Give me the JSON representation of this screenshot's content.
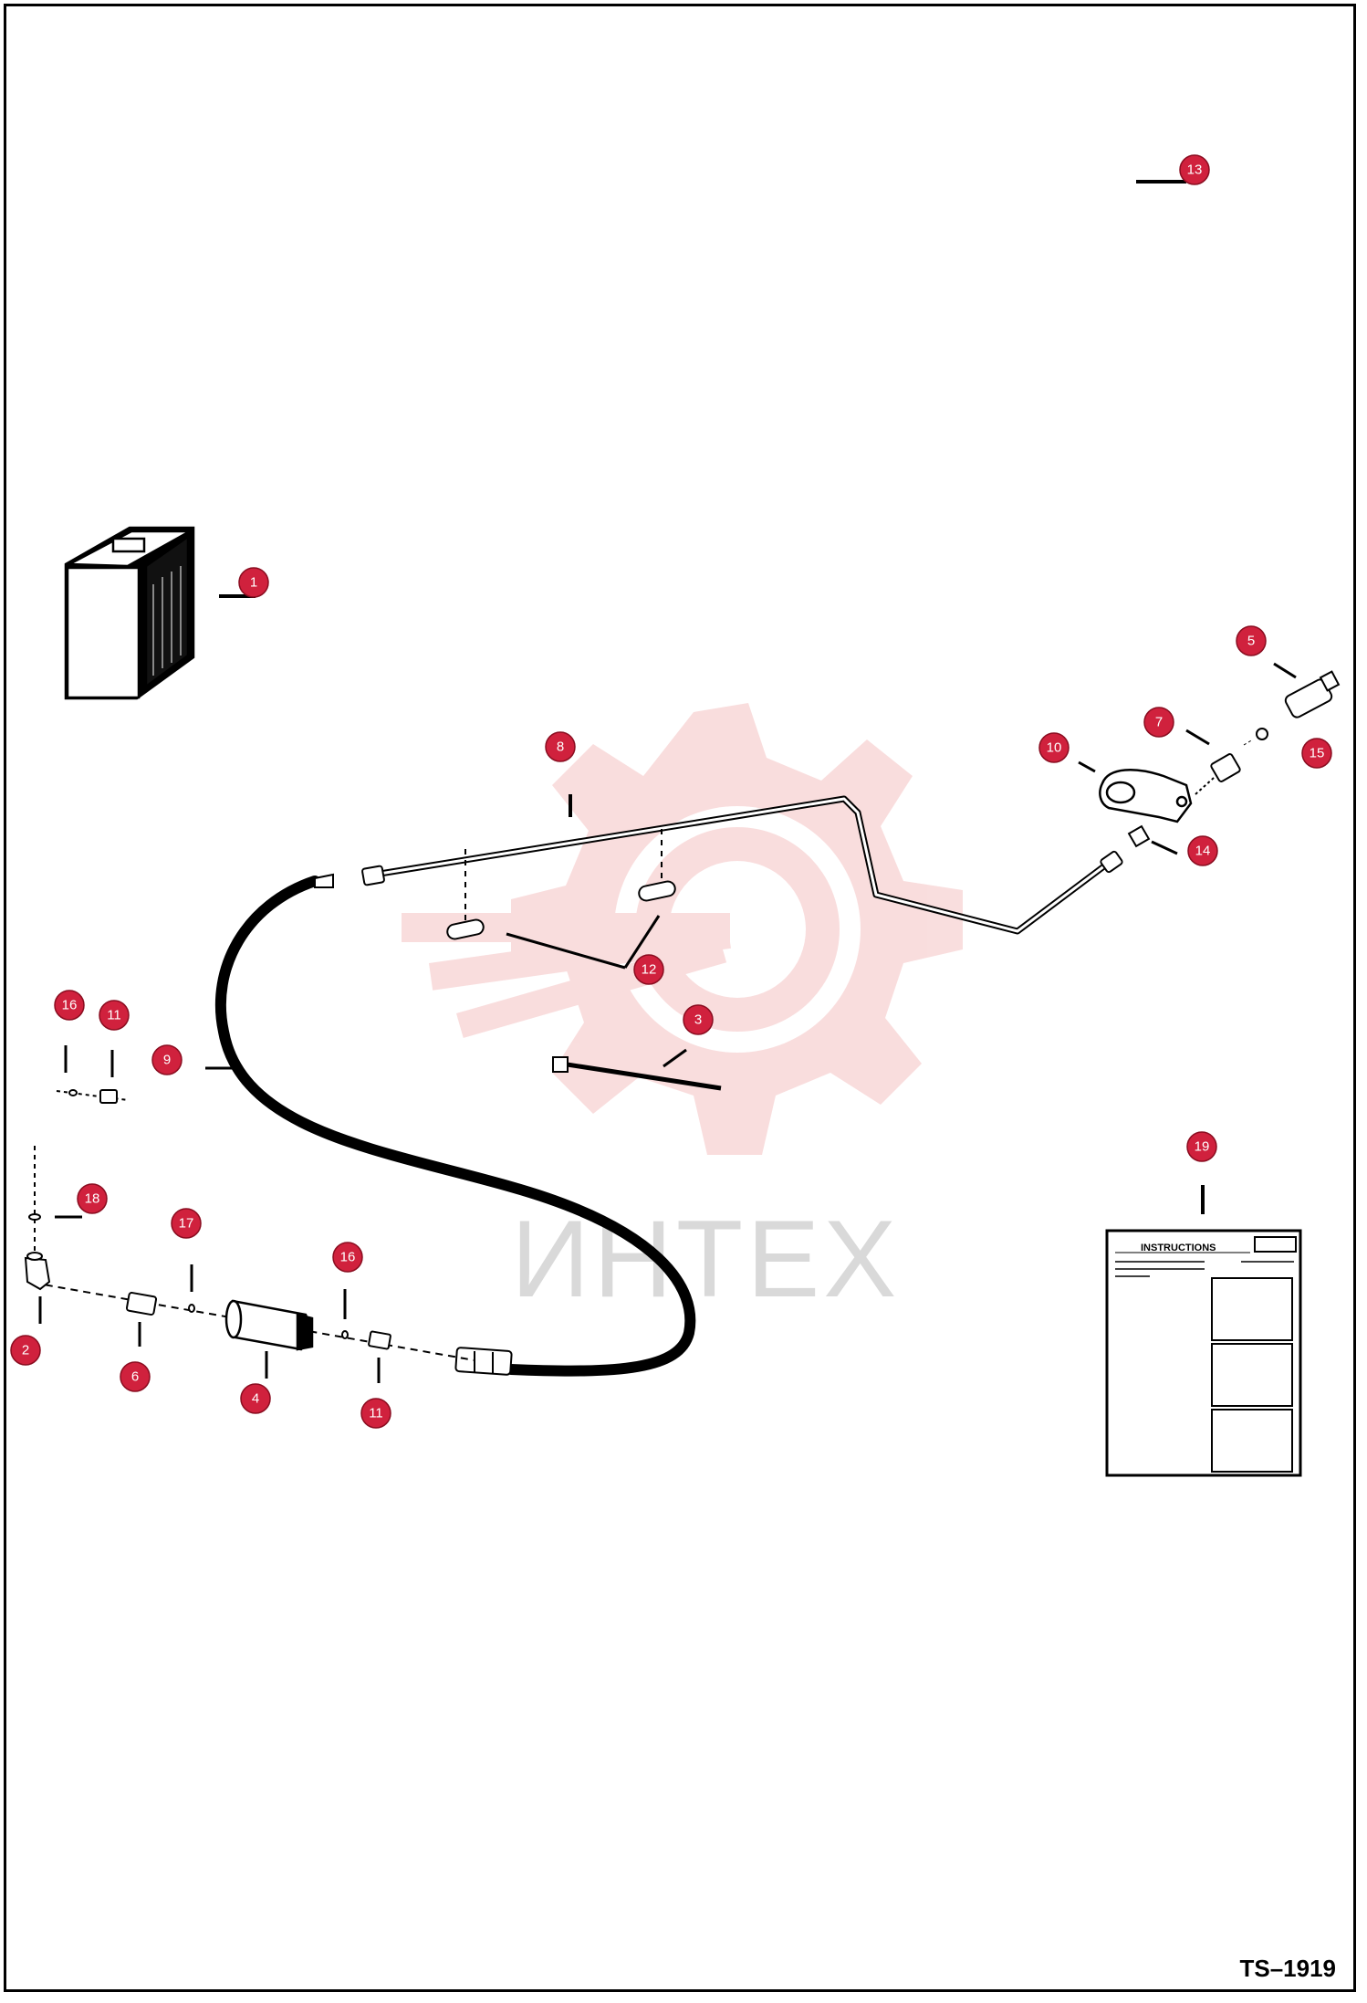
{
  "watermark": {
    "text": "ИНТЕХ",
    "color": "#e8a0a0"
  },
  "callout_color": "#d0213d",
  "callouts": [
    {
      "label": "1"
    },
    {
      "label": "2"
    },
    {
      "label": "3"
    },
    {
      "label": "4"
    },
    {
      "label": "5"
    },
    {
      "label": "6"
    },
    {
      "label": "7"
    },
    {
      "label": "8"
    },
    {
      "label": "9"
    },
    {
      "label": "10"
    },
    {
      "label": "11"
    },
    {
      "label": "11"
    },
    {
      "label": "12"
    },
    {
      "label": "13"
    },
    {
      "label": "14"
    },
    {
      "label": "15"
    },
    {
      "label": "16"
    },
    {
      "label": "16"
    },
    {
      "label": "17"
    },
    {
      "label": "18"
    },
    {
      "label": "19"
    }
  ],
  "instruction_sheet": {
    "title": "INSTRUCTIONS"
  },
  "drawing_id": "TS–1919"
}
